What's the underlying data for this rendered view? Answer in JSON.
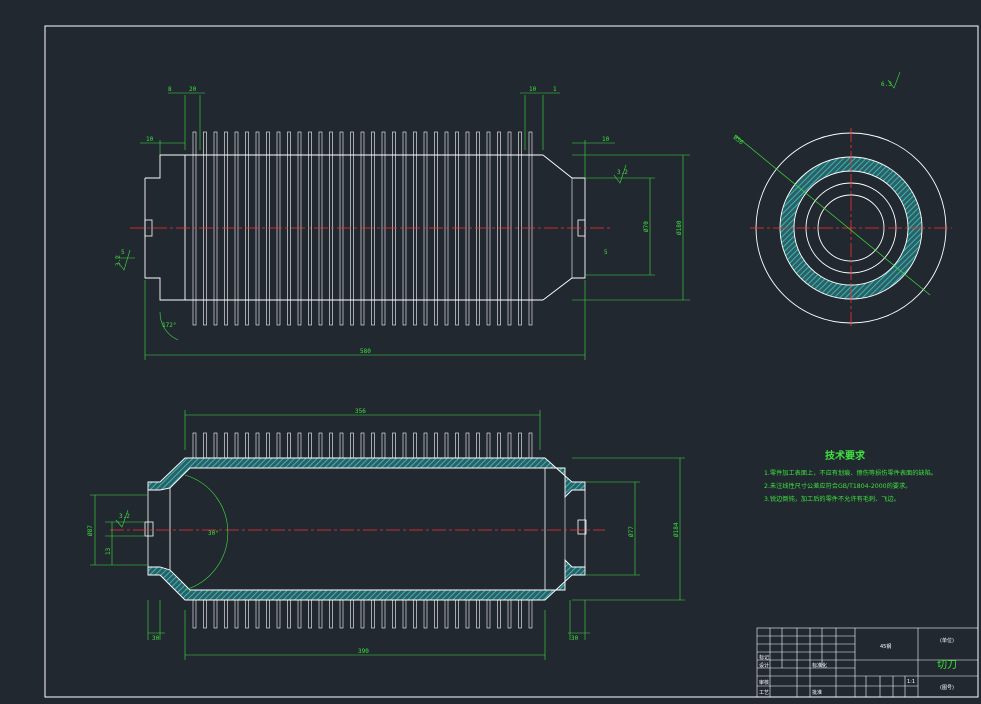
{
  "drawing": {
    "colors": {
      "background": "#212830",
      "outline": "#ffffff",
      "dimension": "#3fe03f",
      "centerline": "#ff3030",
      "hatch": "#40c8c8"
    },
    "front_view": {
      "dims": {
        "left_top_a": "8",
        "left_top_b": "20",
        "right_top_a": "10",
        "right_top_b": "1",
        "left_flange": "10",
        "right_flange": "10",
        "overall_length": "580",
        "inner_dia": "Ø70",
        "outer_dia": "Ø180",
        "left_keyway": "5",
        "right_keyway": "5",
        "angle": "172°",
        "roughness_left": "3.2",
        "roughness_right": "3.2"
      }
    },
    "section_view": {
      "dims": {
        "top_length": "356",
        "bottom_length": "390",
        "left_flange": "30",
        "right_flange": "30",
        "left_dia": "Ø87",
        "left_keyway": "13",
        "right_inner": "Ø77",
        "right_outer": "Ø184",
        "angle": "30°",
        "roughness": "3.2"
      }
    },
    "side_view": {
      "dia_label": "Ø56",
      "roughness_label": "6.3"
    },
    "tech_requirements": {
      "title": "技术要求",
      "lines": [
        "1.零件加工表面上，不应有划痕、擦伤等损伤零件表面的缺陷。",
        "2.未注线性尺寸公差应符合GB/T1804-2000的要求。",
        "3.锐边倒钝，加工后的零件不允许有毛刺、飞边。"
      ]
    },
    "title_block": {
      "part_name": "切刀",
      "material": "45钢",
      "drawing_no_label": "(图号)",
      "company_label": "(单位)",
      "scale": "1:1",
      "row_labels": [
        "标记",
        "设计",
        "审核",
        "工艺"
      ],
      "mid_labels": [
        "标准化",
        "批准"
      ]
    }
  }
}
